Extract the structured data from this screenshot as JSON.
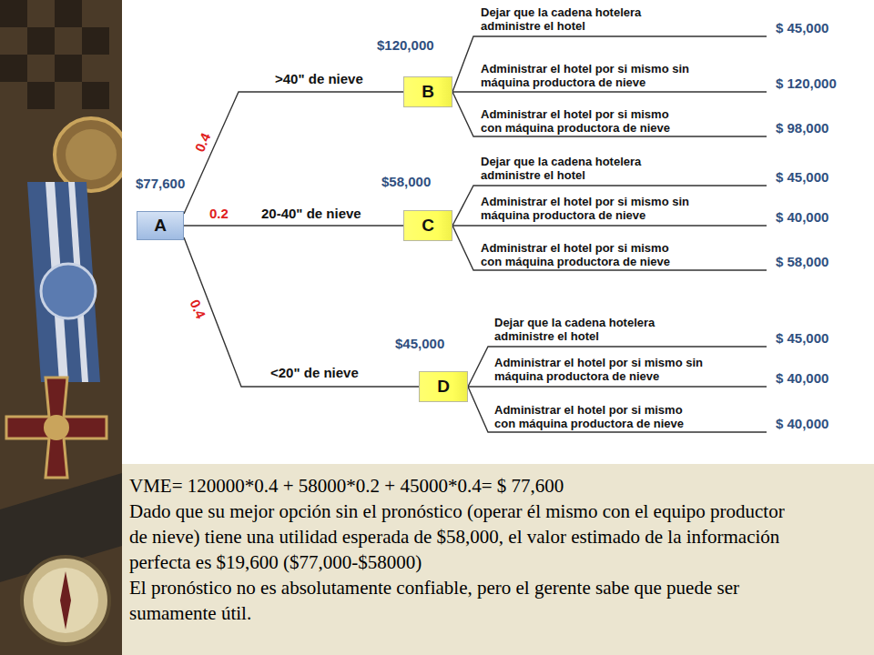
{
  "diagram": {
    "nodes": [
      {
        "text": [
          "A",
          "$77,600"
        ]
      },
      {
        "text": [
          "B",
          "$120,000"
        ]
      },
      {
        "text": [
          "C",
          "$58,000"
        ]
      },
      {
        "text": [
          "D",
          "$45,000"
        ]
      }
    ],
    "edges": [
      {
        "from": 0,
        "to": 1,
        "arrow": "none",
        "label": ">40\" de nieve"
      },
      {
        "from": 0,
        "to": 2,
        "arrow": "none",
        "label": "20-40\" de nieve"
      },
      {
        "from": 0,
        "to": 3,
        "arrow": "none",
        "label": "<20\" de nieve"
      }
    ],
    "labels": [
      "0.4",
      "0.2",
      "0.4",
      "Dejar que la cadena hotelera administre el hotel",
      "$ 45,000",
      "Administrar el hotel por si mismo sin máquina productora de nieve",
      "$ 120,000",
      "Administrar el hotel por si mismo con máquina productora de nieve",
      "$ 98,000",
      "Dejar que la cadena hotelera administre el hotel",
      "$ 45,000",
      "Administrar el hotel por si mismo sin máquina productora de nieve",
      "$ 40,000",
      "Administrar el hotel por si mismo con máquina productora de nieve",
      "$ 58,000",
      "Dejar que la cadena hotelera administre el hotel",
      "$ 45,000",
      "Administrar el hotel por si mismo sin máquina productora de nieve",
      "$ 40,000",
      "Administrar el hotel por si mismo con máquina productora de nieve",
      "$ 40,000",
      "VME= 120000*0.4  + 58000*0.2 + 45000*0.4= $ 77,600",
      "Dado que su mejor opción sin el pronóstico (operar él mismo con el equipo productor de nieve) tiene una utilidad esperada de $58,000, el valor estimado de la información perfecta es $19,600 ($77,000-$58000)",
      "El pronóstico no es absolutamente confiable, pero el gerente sabe que puede ser sumamente útil."
    ]
  }
}
